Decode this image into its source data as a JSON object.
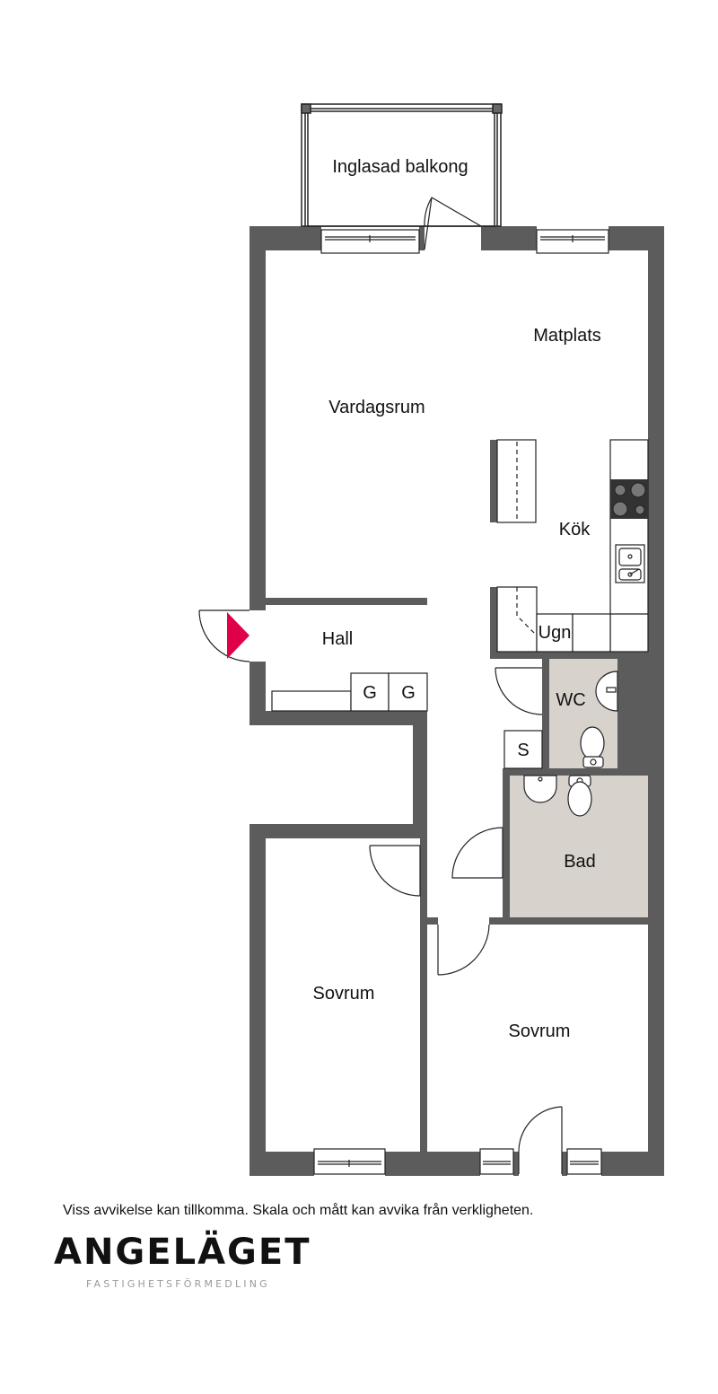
{
  "rooms": {
    "balcony": "Inglasad balkong",
    "dining": "Matplats",
    "living": "Vardagsrum",
    "kitchen": "Kök",
    "oven": "Ugn",
    "hall": "Hall",
    "wardrobe_1": "G",
    "wardrobe_2": "G",
    "wc": "WC",
    "storage": "S",
    "bath": "Bad",
    "bedroom_left": "Sovrum",
    "bedroom_right": "Sovrum"
  },
  "disclaimer": "Viss avvikelse kan tillkomma. Skala och mått kan avvika från verkligheten.",
  "brand": {
    "name": "ANGELÄGET",
    "tagline": "FASTIGHETSFÖRMEDLING"
  },
  "colors": {
    "wall": "#5c5c5c",
    "wet_room": "#d8d2cc",
    "entrance_marker": "#e0004a"
  }
}
